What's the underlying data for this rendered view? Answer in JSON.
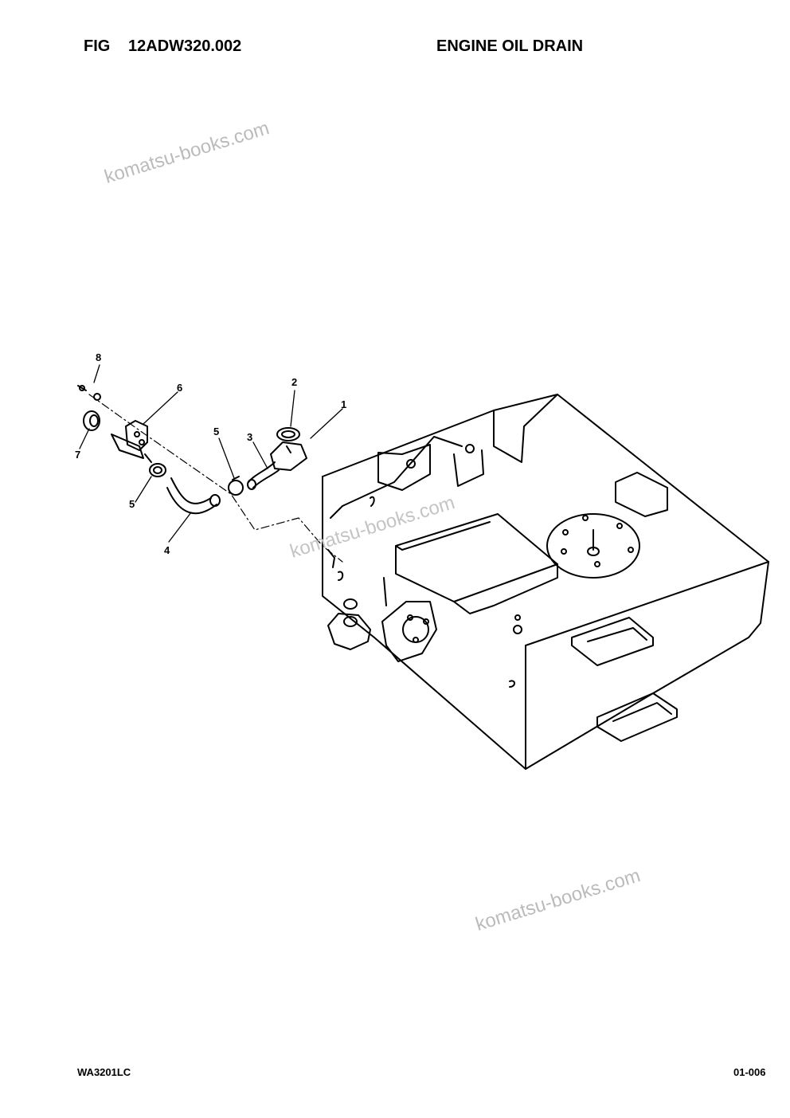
{
  "header": {
    "fig_label": "FIG",
    "fig_number": "12ADW320.002",
    "title": "ENGINE OIL DRAIN"
  },
  "footer": {
    "model_code": "WA3201LC",
    "page_number": "01-006"
  },
  "watermark": {
    "text": "komatsu-books.com"
  },
  "callouts": {
    "c1": "1",
    "c2": "2",
    "c3": "3",
    "c4": "4",
    "c5a": "5",
    "c5b": "5",
    "c6": "6",
    "c7": "7",
    "c8": "8"
  }
}
